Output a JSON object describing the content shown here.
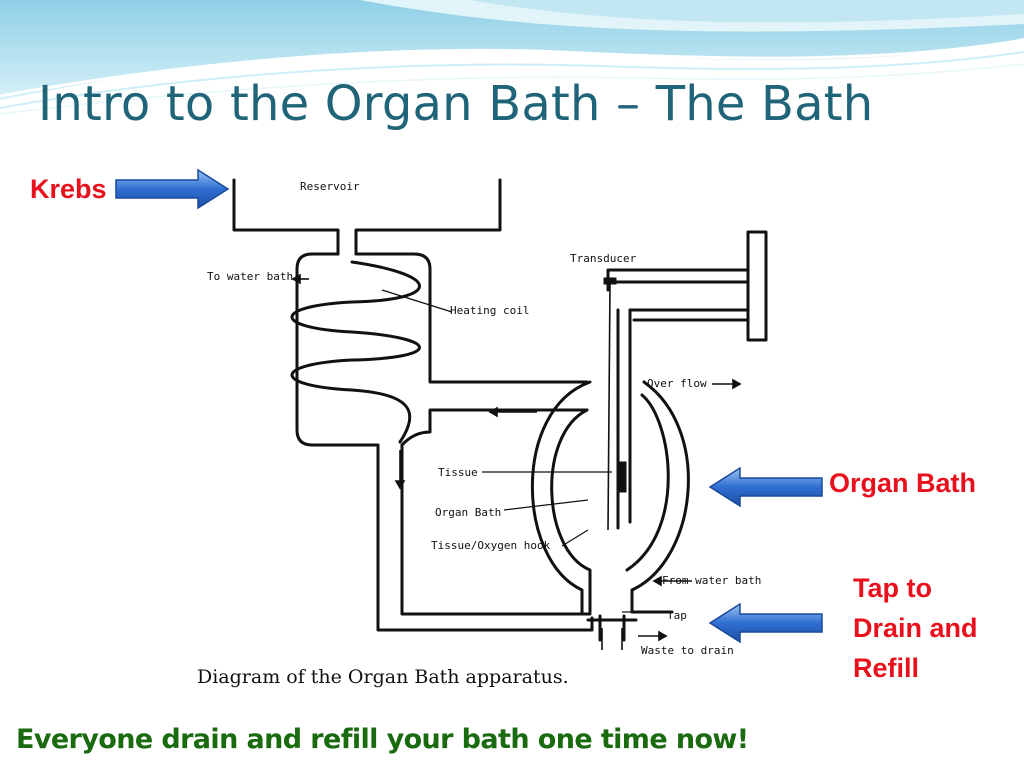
{
  "slide": {
    "title": "Intro to the Organ Bath – The Bath",
    "footer": "Everyone drain and refill your bath one time now!"
  },
  "callouts": {
    "krebs": "Krebs",
    "organ_bath": "Organ Bath",
    "tap_line1": "Tap to",
    "tap_line2": "Drain and",
    "tap_line3": "Refill"
  },
  "diagram": {
    "reservoir": "Reservoir",
    "to_water_bath": "To water bath",
    "heating_coil": "Heating coil",
    "transducer": "Transducer",
    "over_flow": "Over flow",
    "tissue": "Tissue",
    "organ_bath": "Organ Bath",
    "tissue_oxygen_hook": "Tissue/Oxygen hook",
    "from_water_bath": "From water bath",
    "tap": "Tap",
    "waste_to_drain": "Waste to drain",
    "caption": "Diagram of the Organ Bath apparatus."
  },
  "colors": {
    "title": "#1f6478",
    "callout": "#e8101c",
    "footer": "#1a6a10",
    "arrow": "#2f6fd1"
  }
}
